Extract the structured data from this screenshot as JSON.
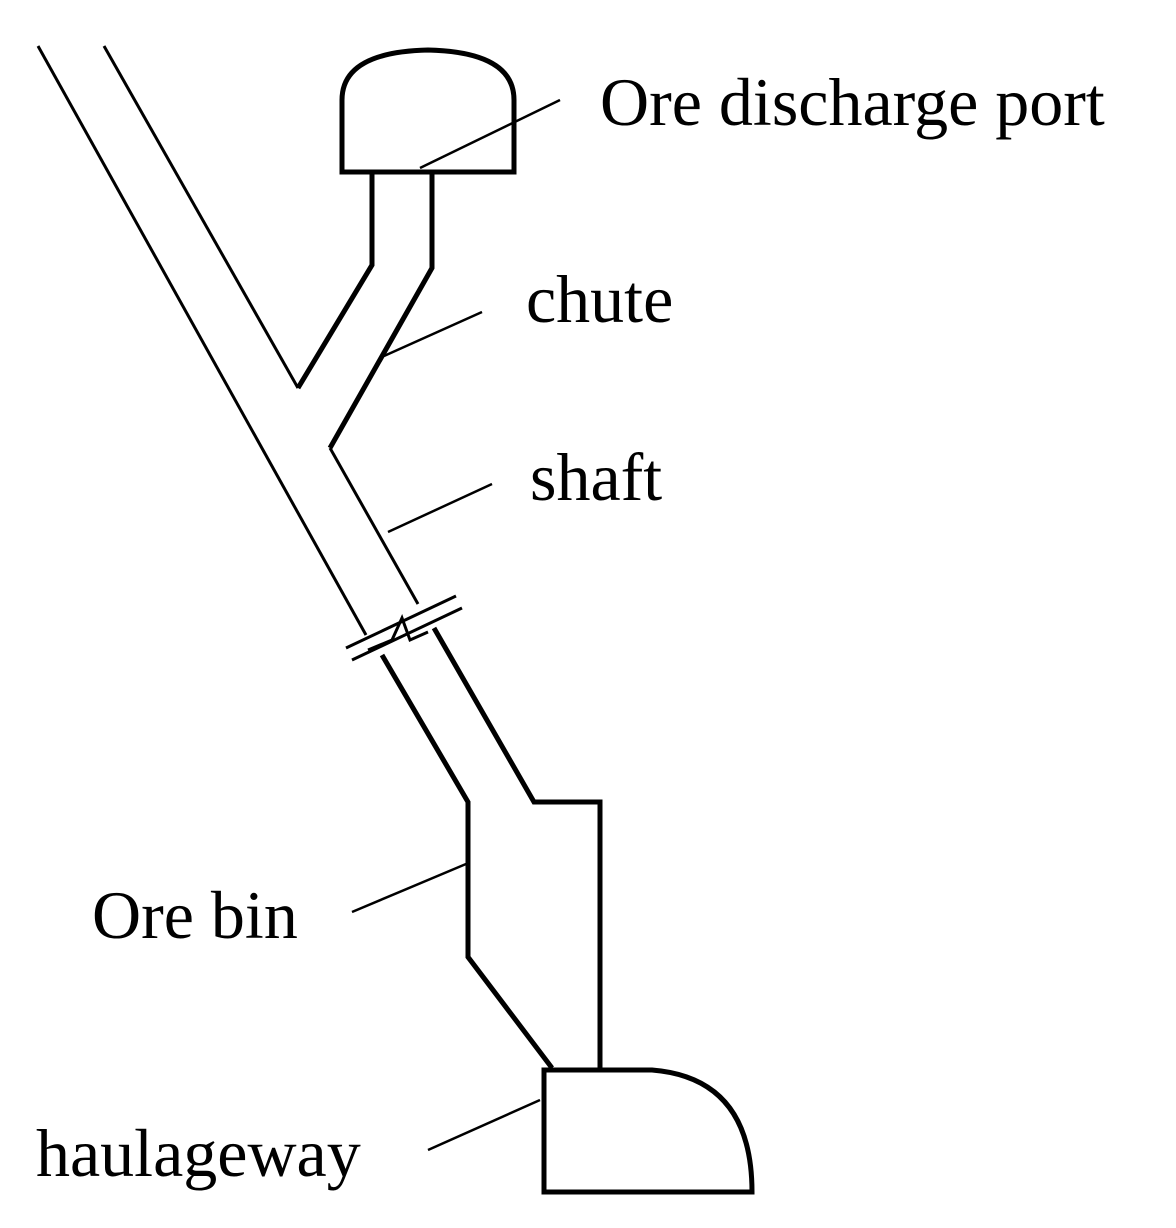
{
  "labels": {
    "ore_discharge_port": "Ore discharge port",
    "chute": "chute",
    "shaft": "shaft",
    "ore_bin": "Ore bin",
    "haulageway": "haulageway"
  }
}
